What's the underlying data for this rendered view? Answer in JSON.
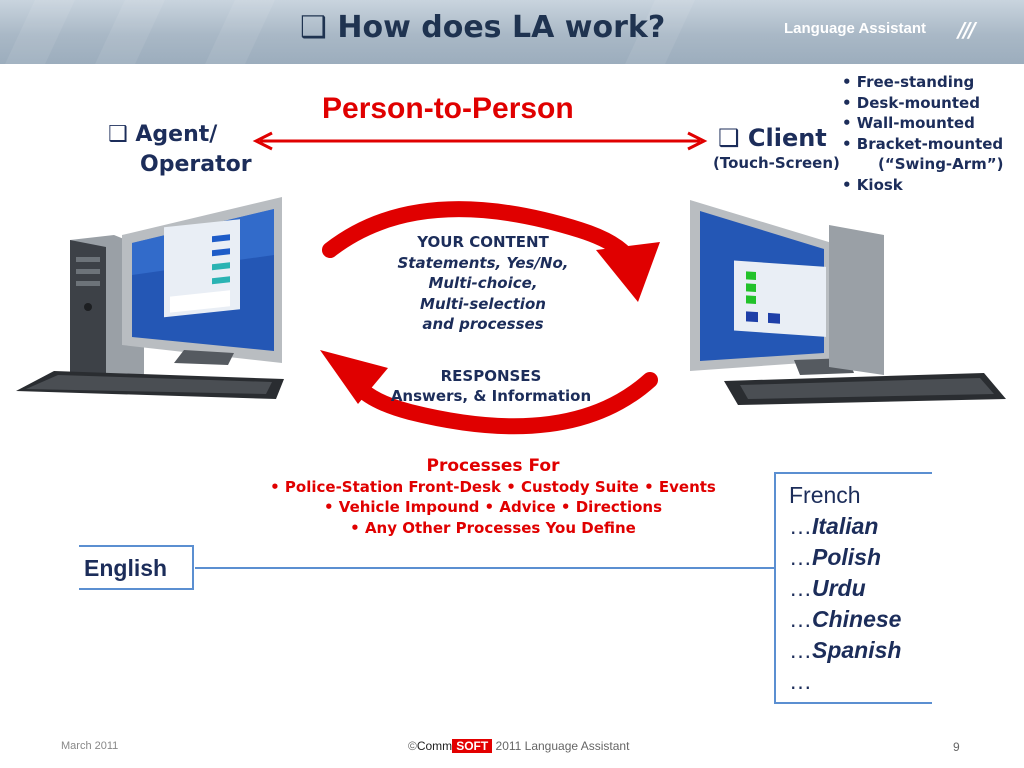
{
  "header": {
    "checkbox": "❑",
    "title": "How does LA work?",
    "brand": "Language Assistant",
    "brand_mark": "///"
  },
  "diagram": {
    "center_title": "Person-to-Person",
    "agent_checkbox": "❑",
    "agent_line1": "Agent/",
    "agent_line2": "Operator",
    "client_checkbox": "❑",
    "client_label": "Client",
    "client_sub": "(Touch-Screen)",
    "mount_options": [
      "• Free-standing",
      "• Desk-mounted",
      "• Wall-mounted",
      "• Bracket-mounted",
      "(“Swing-Arm”)",
      "• Kiosk"
    ],
    "content_heading": "YOUR CONTENT",
    "content_lines": [
      "Statements, Yes/No,",
      "Multi-choice,",
      "Multi-selection",
      "and processes"
    ],
    "responses_heading": "RESPONSES",
    "responses_line": "Answers, & Information"
  },
  "processes": {
    "title": "Processes For",
    "line1": "•  Police-Station Front-Desk   •  Custody Suite   •  Events",
    "line2": "•  Vehicle Impound    •  Advice    •   Directions",
    "line3": "•  Any Other Processes You Define"
  },
  "languages": {
    "source": "English",
    "first": "French",
    "ellipsis": "…",
    "targets": [
      "Italian",
      "Polish",
      "Urdu",
      "Chinese",
      "Spanish"
    ]
  },
  "footer": {
    "date": "March 2011",
    "copyright": "©",
    "comm": "Comm",
    "soft": "SOFT",
    "year_product": " 2011  Language Assistant",
    "page": "9"
  },
  "colors": {
    "accent_red": "#e00000",
    "navy": "#1c2d5a",
    "box_blue": "#5b8fd1"
  },
  "icons": [
    "monitor-icon",
    "computer-tower-icon",
    "keyboard-icon",
    "circular-arrow-icon",
    "double-arrow-icon"
  ]
}
